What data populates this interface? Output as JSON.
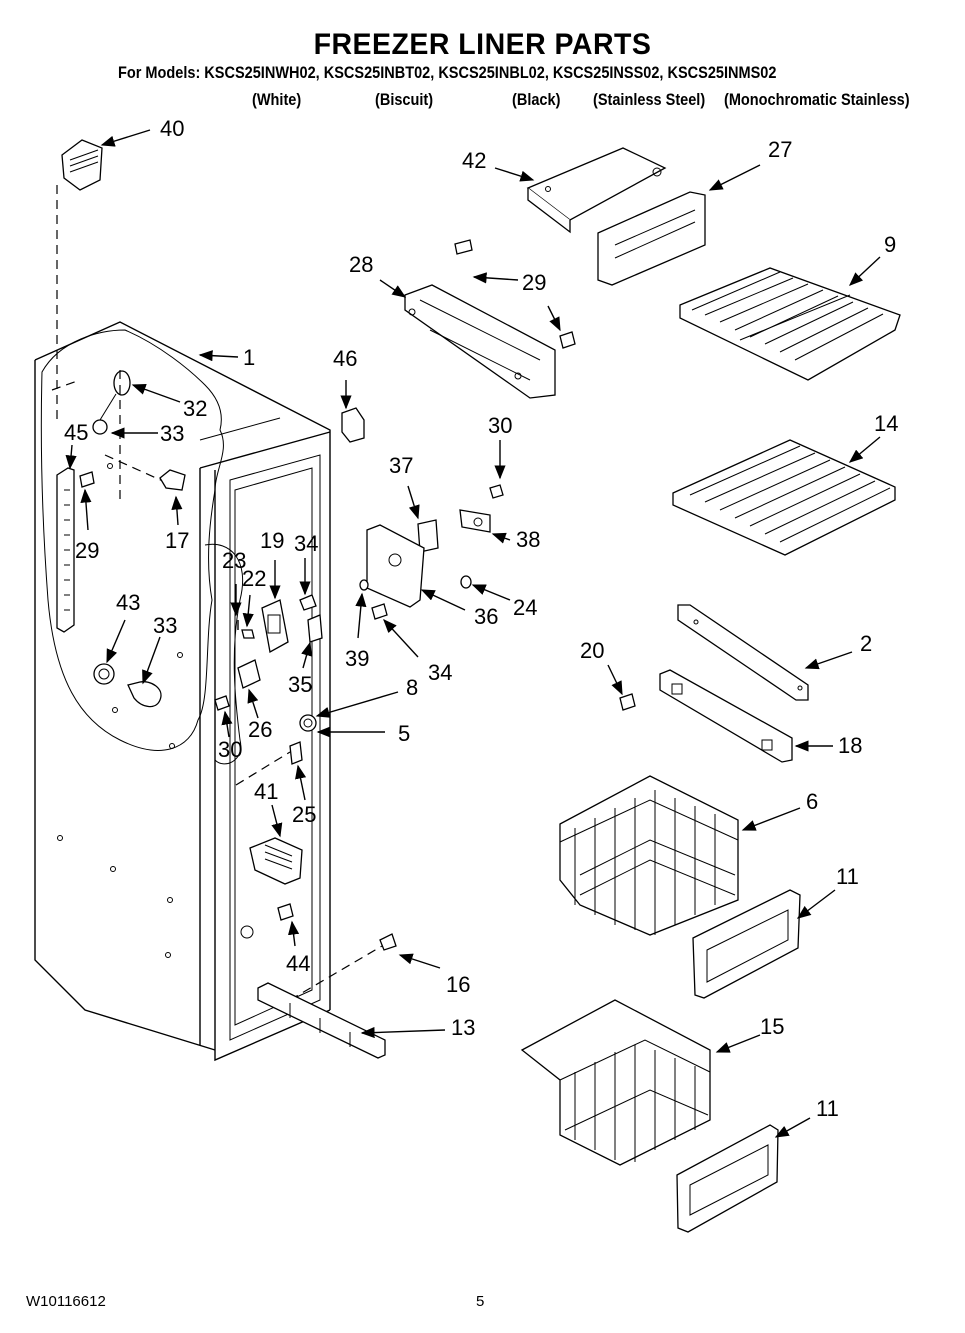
{
  "header": {
    "title": "FREEZER LINER PARTS",
    "models_line": "For Models: KSCS25INWH02, KSCS25INBT02, KSCS25INBL02, KSCS25INSS02, KSCS25INMS02",
    "color_variants": [
      "(White)",
      "(Biscuit)",
      "(Black)",
      "(Stainless Steel)",
      "(Monochromatic Stainless)"
    ]
  },
  "diagram": {
    "callouts": {
      "c40": "40",
      "c42": "42",
      "c27": "27",
      "c9": "9",
      "c28": "28",
      "c29a": "29",
      "c29b": "29",
      "c1": "1",
      "c46": "46",
      "c32": "32",
      "c33a": "33",
      "c45": "45",
      "c30a": "30",
      "c14": "14",
      "c37": "37",
      "c38": "38",
      "c17": "17",
      "c29c": "29",
      "c19": "19",
      "c34a": "34",
      "c23": "23",
      "c22": "22",
      "c36": "36",
      "c24": "24",
      "c43": "43",
      "c33b": "33",
      "c39": "39",
      "c34b": "34",
      "c20": "20",
      "c2": "2",
      "c35": "35",
      "c8": "8",
      "c26": "26",
      "c5": "5",
      "c30b": "30",
      "c18": "18",
      "c25": "25",
      "c41": "41",
      "c6": "6",
      "c11a": "11",
      "c44": "44",
      "c16": "16",
      "c13": "13",
      "c15": "15",
      "c11b": "11"
    }
  },
  "footer": {
    "doc_number": "W10116612",
    "page_number": "5"
  }
}
